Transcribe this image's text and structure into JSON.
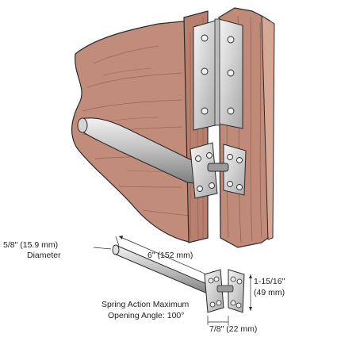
{
  "labels": {
    "diameter_value": "5/8\" (15.9 mm)",
    "diameter_word": "Diameter",
    "length": "6\" (152 mm)",
    "plate_height_in": "1-15/16\"",
    "plate_height_mm": "(49 mm)",
    "spring_line1": "Spring Action Maximum",
    "spring_line2": "Opening Angle: 100°",
    "plate_width": "7/8\" (22 mm)"
  },
  "colors": {
    "wood": "#c08a78",
    "wood_dark": "#8c5a4a",
    "wood_grain": "#a46c5c",
    "metal": "#d9d9d9",
    "metal_dark": "#8a8a8a",
    "outline": "#2a2a2a"
  }
}
